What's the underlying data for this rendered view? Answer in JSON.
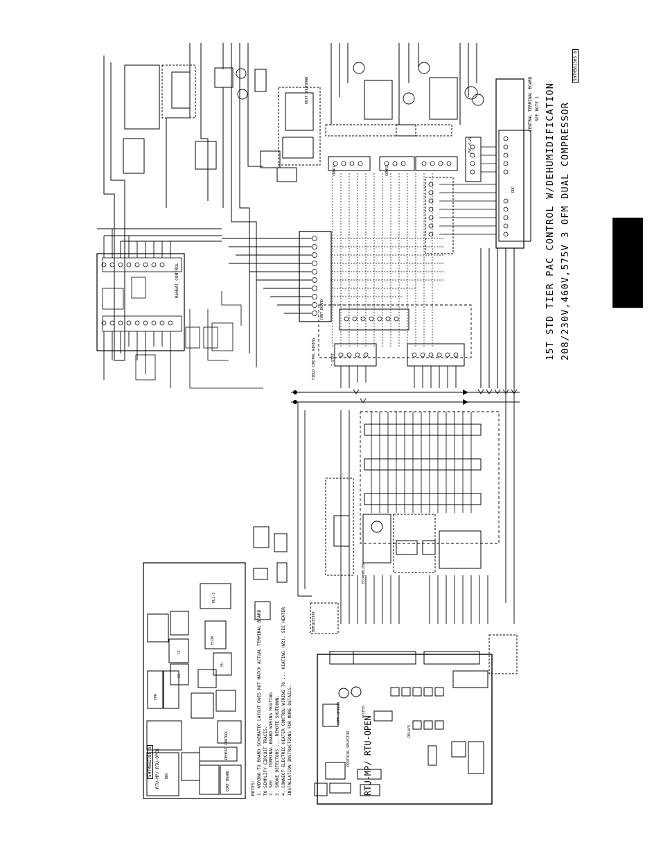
{
  "title": {
    "line1": "15T STD TIER PAC CONTROL W/DEHUMIDIFICATION",
    "line2": "208/230V,460V,575V 3 OFM DUAL COMPRESSOR"
  },
  "drawing_number": "50TM501305 B",
  "component_arrangement": {
    "drawing_number": "50TM502788 A",
    "labels": {
      "rtu_open": "RTU-MP/ RTU-OPEN",
      "fpr": "FPR",
      "ddc": "DDC",
      "c1": "C1",
      "c2": "C2",
      "fu": "FU",
      "reheat_control": "REHEAT CONTROL",
      "plug": "PL1-3",
      "econo": "ECON",
      "cont_board": "CONT BOARD"
    }
  },
  "notes": {
    "heading": "NOTES:",
    "items": [
      "1. WIRING TO BOARD SCHEMATIC LAYOUT DOES NOT MATCH ACTUAL TERMINAL BOARD",
      "   TO SIMPLIFY CIRCUIT TRACES.",
      "2. SEE ... TERMINAL BOARD WIRING ROUTING",
      "3. SMOKE DETECTORS ... REMOTE SHUTDOWN.",
      "4. CONNECT ELECTRIC HEATER CONTROL WIRING TO ... HEATING (W2). SEE HEATER",
      "   INSTALLATION INSTRUCTIONS FOR MORE DETAILS."
    ]
  },
  "labels": {
    "central_terminal_board": "CENTRAL TERMINAL BOARD",
    "see_note_1": "SEE NOTE 1",
    "reheat_control": "REHEAT CONTROL",
    "cont_board": "CONT BOARD",
    "field_control_wiring": "FIELD CONTROL WIRING",
    "rtu_open_board": "RTU-MP/ RTU-OPEN",
    "protocol_selector": "PROTOCOL SELECTOR",
    "comm_option": "COMM OPTION",
    "access": "ACCESS",
    "relays": "RELAYS",
    "unit_shutdown": "UNIT SHUTDOWN",
    "humidistat": "HUMIDISTAT",
    "economizer": "ECONOMIZER",
    "ddc": "DDC",
    "comp1": "COMP1",
    "comp2": "COMP2",
    "jvg": "JVG /LVS",
    "thermostat": "T-STAT"
  },
  "colors": {
    "ink": "#000000",
    "paper": "#ffffff",
    "tab": "#000000"
  }
}
